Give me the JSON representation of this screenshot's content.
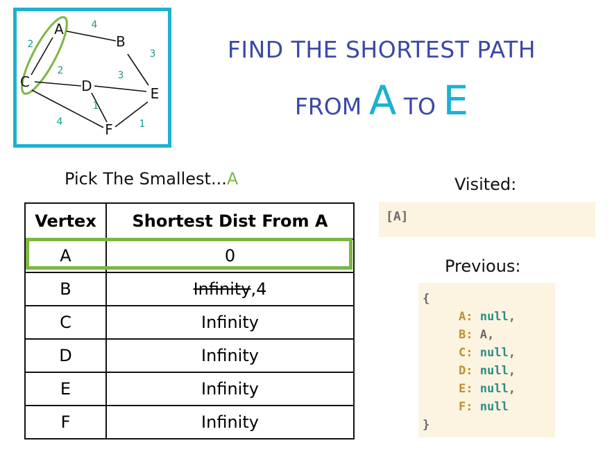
{
  "graph": {
    "nodes": [
      {
        "id": "A",
        "label": "A"
      },
      {
        "id": "B",
        "label": "B"
      },
      {
        "id": "C",
        "label": "C"
      },
      {
        "id": "D",
        "label": "D"
      },
      {
        "id": "E",
        "label": "E"
      },
      {
        "id": "F",
        "label": "F"
      }
    ],
    "edges": [
      {
        "from": "A",
        "to": "B",
        "weight": "4"
      },
      {
        "from": "A",
        "to": "C",
        "weight": "2"
      },
      {
        "from": "B",
        "to": "E",
        "weight": "3"
      },
      {
        "from": "C",
        "to": "D",
        "weight": "2"
      },
      {
        "from": "C",
        "to": "F",
        "weight": "4"
      },
      {
        "from": "D",
        "to": "E",
        "weight": "3"
      },
      {
        "from": "D",
        "to": "F",
        "weight": "1"
      },
      {
        "from": "F",
        "to": "E",
        "weight": "1"
      }
    ],
    "highlight_color": "#7cb743",
    "frame_color": "#1bb1d1"
  },
  "title": {
    "line1": "FIND THE SHORTEST PATH",
    "line2_prefix": "FROM",
    "line2_start": "A",
    "line2_mid": "TO",
    "line2_end": "E"
  },
  "pick": {
    "text": "Pick The Smallest...",
    "node": "A"
  },
  "table": {
    "headers": [
      "Vertex",
      "Shortest Dist From A"
    ],
    "rows": [
      {
        "vertex": "A",
        "old": "",
        "dist": "0"
      },
      {
        "vertex": "B",
        "old": "Infinity",
        "dist": ",4"
      },
      {
        "vertex": "C",
        "old": "",
        "dist": "Infinity"
      },
      {
        "vertex": "D",
        "old": "",
        "dist": "Infinity"
      },
      {
        "vertex": "E",
        "old": "",
        "dist": "Infinity"
      },
      {
        "vertex": "F",
        "old": "",
        "dist": "Infinity"
      }
    ],
    "highlighted_vertex": "A"
  },
  "visited": {
    "label": "Visited:",
    "value": "[A]"
  },
  "previous": {
    "label": "Previous:",
    "open": "{",
    "close": "}",
    "entries": [
      {
        "key": "A:",
        "value": "null",
        "sep": ","
      },
      {
        "key": "B:",
        "value": "A",
        "sep": ","
      },
      {
        "key": "C:",
        "value": "null",
        "sep": ","
      },
      {
        "key": "D:",
        "value": "null",
        "sep": ","
      },
      {
        "key": "E:",
        "value": "null",
        "sep": ","
      },
      {
        "key": "F:",
        "value": "null",
        "sep": ""
      }
    ]
  }
}
